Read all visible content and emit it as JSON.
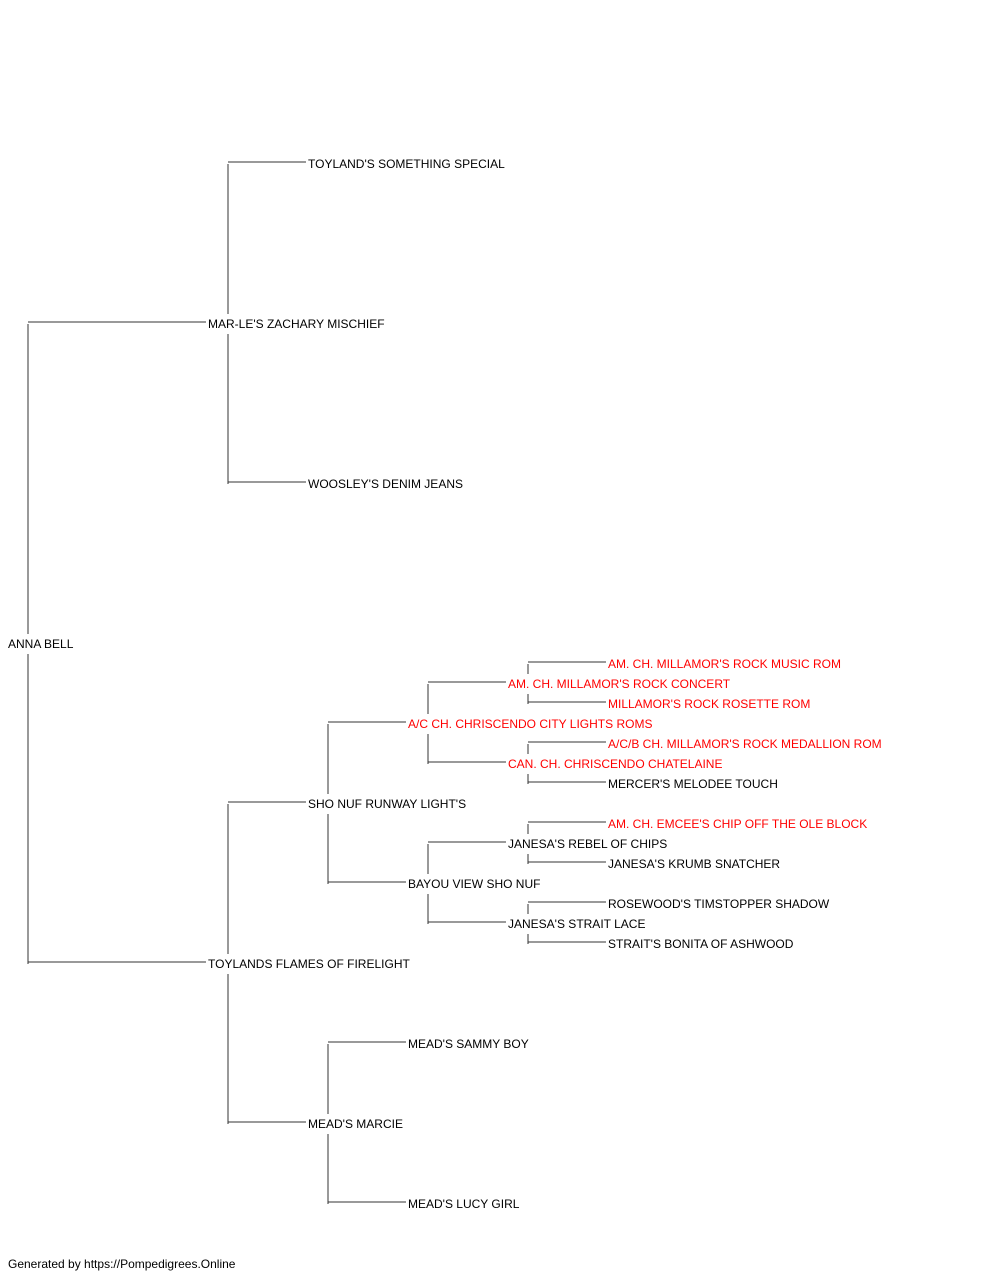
{
  "colors": {
    "normal": "#000000",
    "champion": "#ff0000",
    "line": "#333333"
  },
  "pedigree": {
    "name": "ANNA BELL",
    "sire": {
      "name": "MAR-LE'S ZACHARY MISCHIEF",
      "sire": {
        "name": "TOYLAND'S SOMETHING SPECIAL"
      },
      "dam": {
        "name": "WOOSLEY'S DENIM JEANS"
      }
    },
    "dam": {
      "name": "TOYLANDS FLAMES OF FIRELIGHT",
      "sire": {
        "name": "SHO NUF RUNWAY LIGHT'S",
        "sire": {
          "name": "A/C CH. CHRISCENDO CITY LIGHTS ROMS",
          "champion": true,
          "sire": {
            "name": "AM. CH. MILLAMOR'S ROCK CONCERT",
            "champion": true,
            "sire": {
              "name": "AM. CH. MILLAMOR'S ROCK MUSIC ROM",
              "champion": true
            },
            "dam": {
              "name": "MILLAMOR'S ROCK ROSETTE ROM",
              "champion": true
            }
          },
          "dam": {
            "name": "CAN. CH. CHRISCENDO CHATELAINE",
            "champion": true,
            "sire": {
              "name": "A/C/B CH. MILLAMOR'S ROCK MEDALLION ROM",
              "champion": true
            },
            "dam": {
              "name": "MERCER'S MELODEE TOUCH"
            }
          }
        },
        "dam": {
          "name": "BAYOU VIEW SHO NUF",
          "sire": {
            "name": "JANESA'S REBEL OF CHIPS",
            "sire": {
              "name": "AM. CH. EMCEE'S CHIP OFF THE OLE BLOCK",
              "champion": true
            },
            "dam": {
              "name": "JANESA'S KRUMB SNATCHER"
            }
          },
          "dam": {
            "name": "JANESA'S STRAIT LACE",
            "sire": {
              "name": "ROSEWOOD'S TIMSTOPPER SHADOW"
            },
            "dam": {
              "name": "STRAIT'S BONITA OF ASHWOOD"
            }
          }
        }
      },
      "dam": {
        "name": "MEAD'S MARCIE",
        "sire": {
          "name": "MEAD'S SAMMY BOY"
        },
        "dam": {
          "name": "MEAD'S LUCY GIRL"
        }
      }
    }
  },
  "footer": "Generated by https://Pompedigrees.Online"
}
